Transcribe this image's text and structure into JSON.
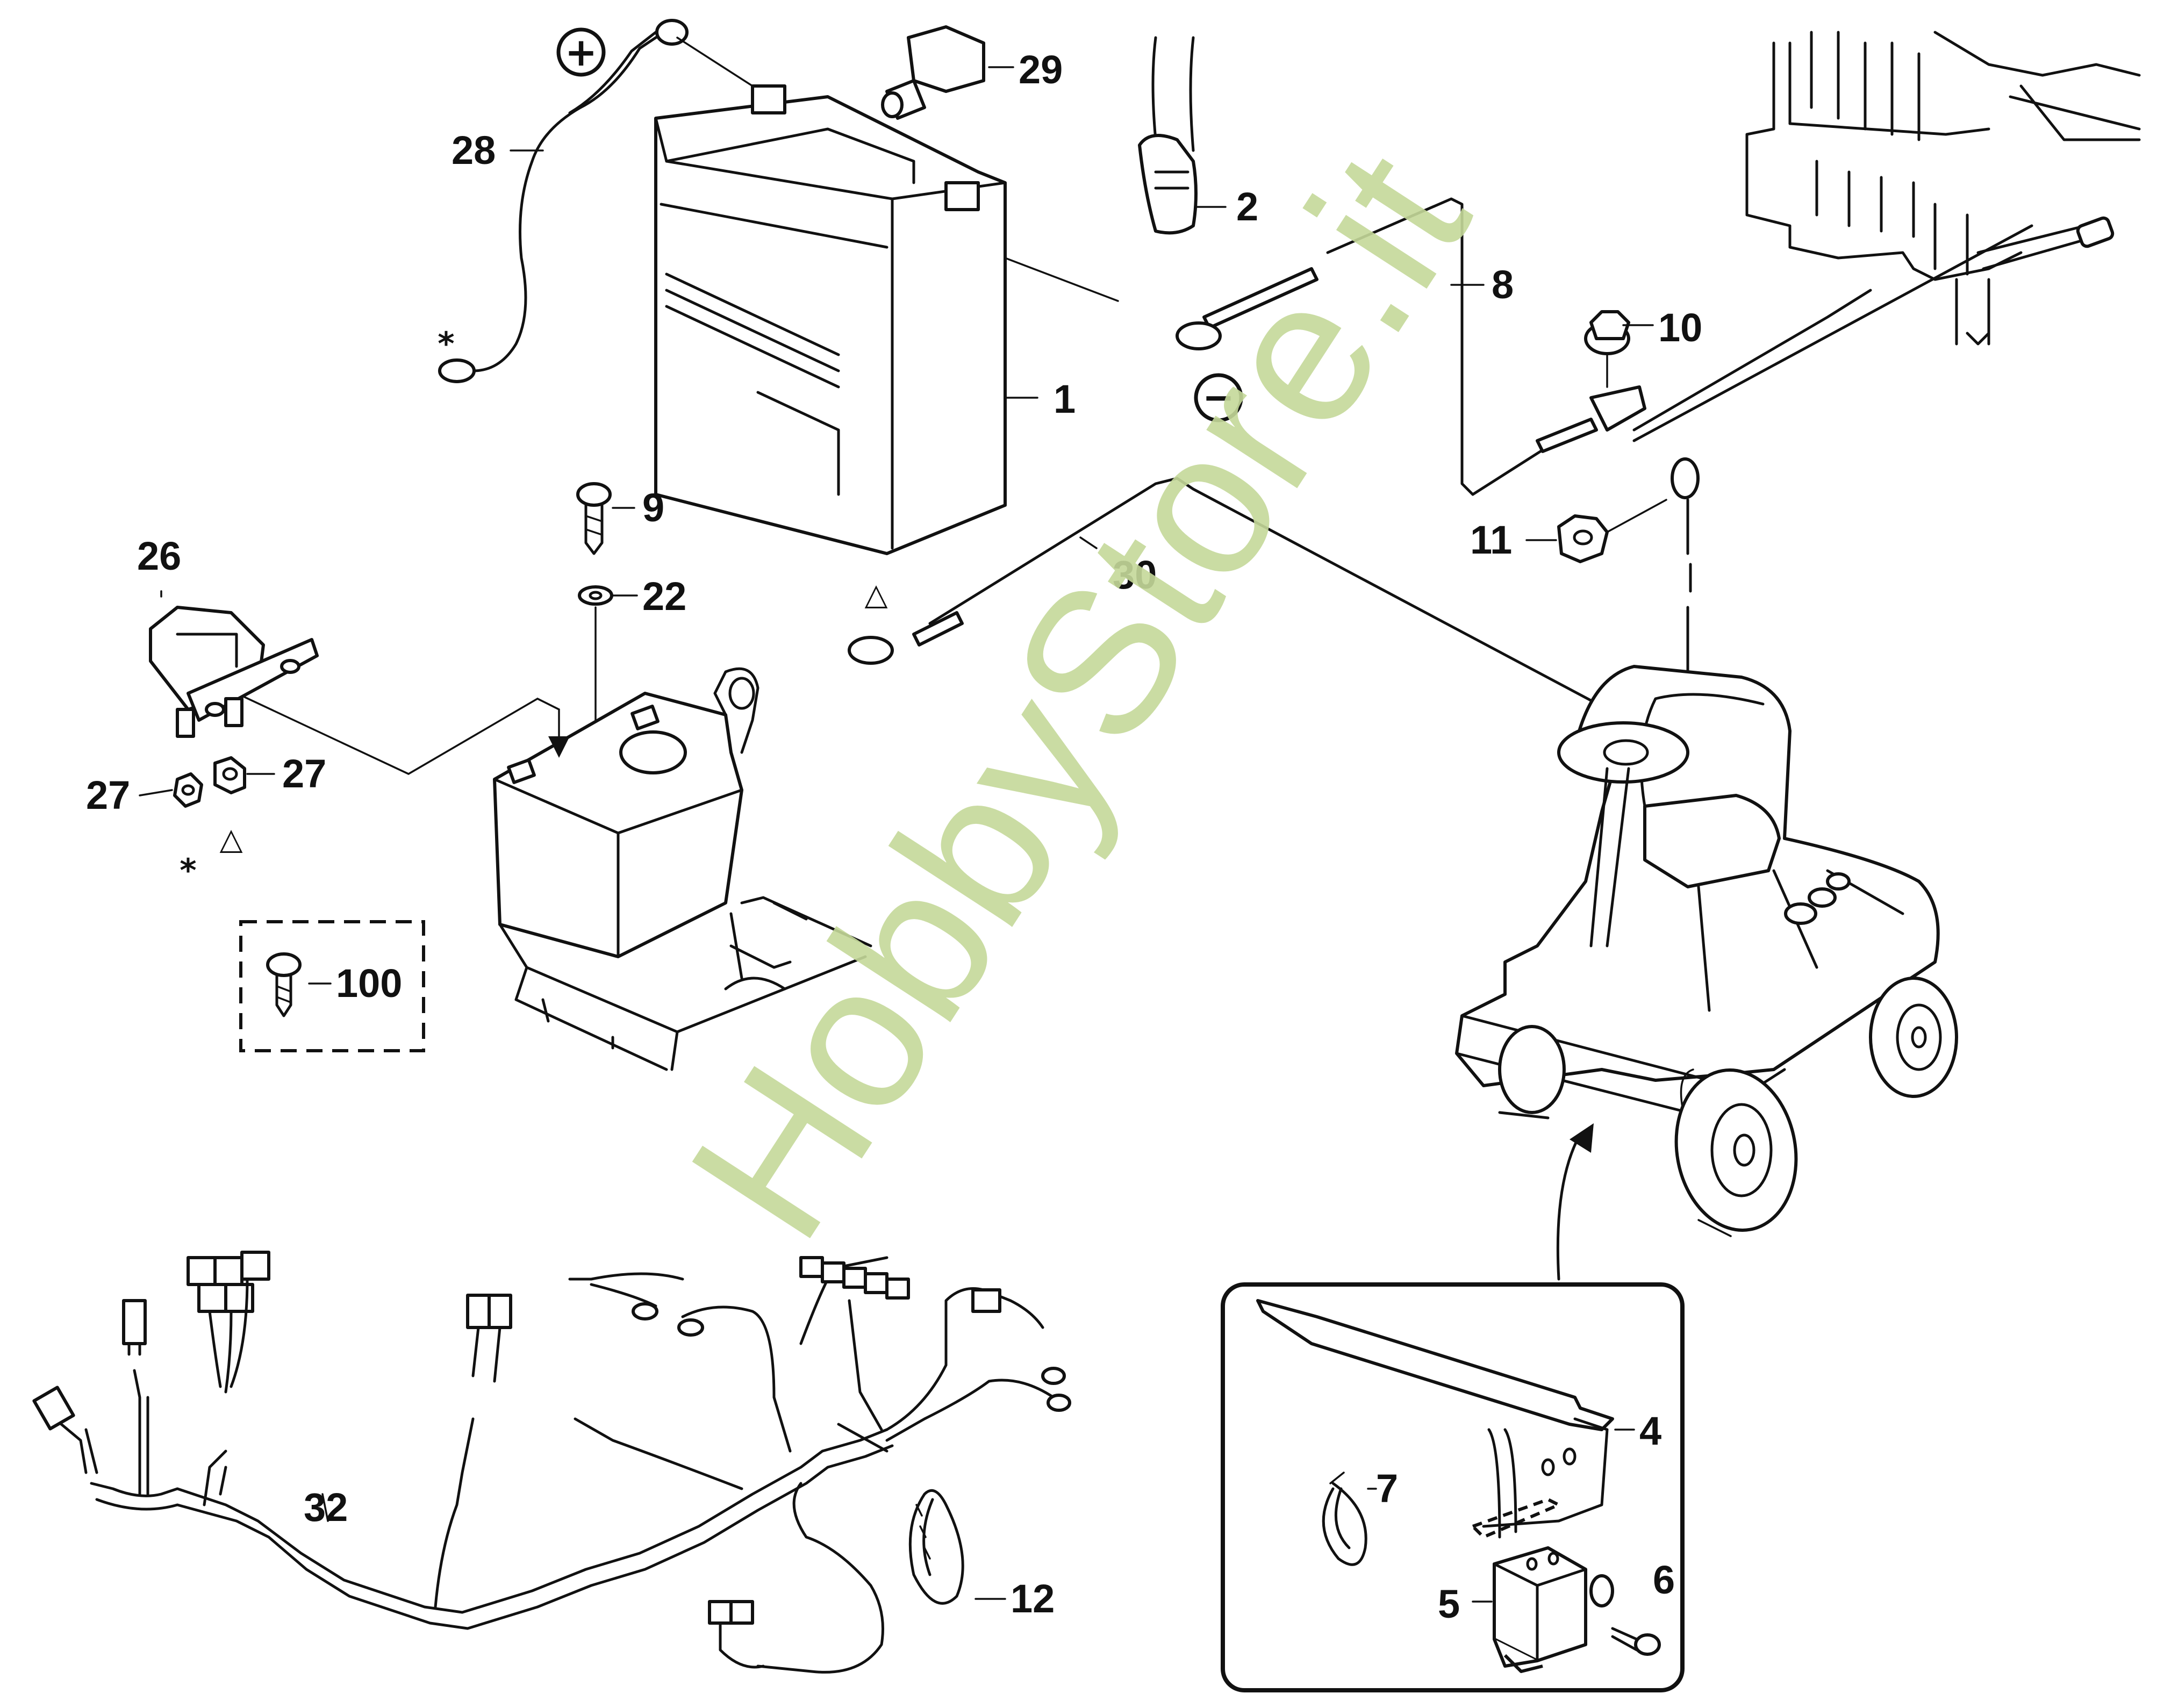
{
  "callouts": [
    {
      "id": "c1",
      "text": "1"
    },
    {
      "id": "c2",
      "text": "2"
    },
    {
      "id": "c4",
      "text": "4"
    },
    {
      "id": "c5",
      "text": "5"
    },
    {
      "id": "c6",
      "text": "6"
    },
    {
      "id": "c7",
      "text": "7"
    },
    {
      "id": "c8",
      "text": "8"
    },
    {
      "id": "c9",
      "text": "9"
    },
    {
      "id": "c10",
      "text": "10"
    },
    {
      "id": "c11",
      "text": "11"
    },
    {
      "id": "c12",
      "text": "12"
    },
    {
      "id": "c22",
      "text": "22"
    },
    {
      "id": "c26",
      "text": "26"
    },
    {
      "id": "c27a",
      "text": "27"
    },
    {
      "id": "c27b",
      "text": "27"
    },
    {
      "id": "c28",
      "text": "28"
    },
    {
      "id": "c29",
      "text": "29"
    },
    {
      "id": "c30",
      "text": "30"
    },
    {
      "id": "c32",
      "text": "32"
    },
    {
      "id": "c100",
      "text": "100"
    }
  ],
  "symbols": {
    "plus": "+",
    "minus": "−",
    "star": "*",
    "triangle": "△"
  },
  "watermark": "HobbyStore.it"
}
